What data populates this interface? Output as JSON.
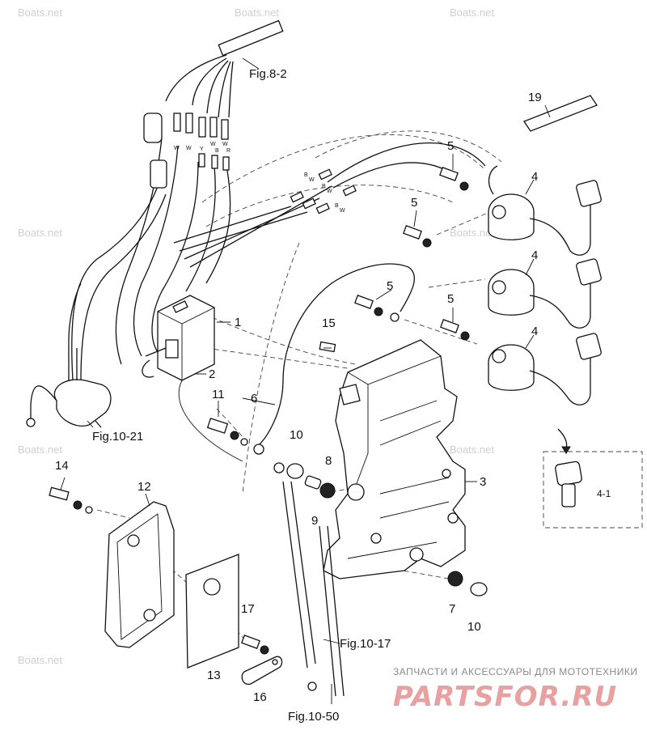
{
  "watermarks": [
    "Boats.net",
    "Boats.net",
    "Boats.net",
    "Boats.net",
    "Boats.net",
    "Boats.net",
    "Boats.net",
    "Boats.net"
  ],
  "figure_refs": {
    "fig_8_2": "Fig.8-2",
    "fig_10_21": "Fig.10-21",
    "fig_10_17": "Fig.10-17",
    "fig_10_50": "Fig.10-50"
  },
  "wire_codes": [
    "W",
    "W",
    "Y",
    "W",
    "B",
    "W",
    "R",
    "B",
    "W",
    "B",
    "W",
    "B",
    "W"
  ],
  "part_labels": {
    "p1": "1",
    "p2": "2",
    "p3": "3",
    "p4a": "4",
    "p4b": "4",
    "p4c": "4",
    "p4_1": "4-1",
    "p5a": "5",
    "p5b": "5",
    "p5c": "5",
    "p5d": "5",
    "p6": "6",
    "p7": "7",
    "p8": "8",
    "p9": "9",
    "p10a": "10",
    "p10b": "10",
    "p11": "11",
    "p12": "12",
    "p13": "13",
    "p14": "14",
    "p15": "15",
    "p16": "16",
    "p17": "17",
    "p19": "19"
  },
  "brand": {
    "subtitle": "ЗАПЧАСТИ И АКСЕССУАРЫ ДЛЯ МОТОТЕХНИКИ",
    "name": "PARTSFOR.RU"
  }
}
